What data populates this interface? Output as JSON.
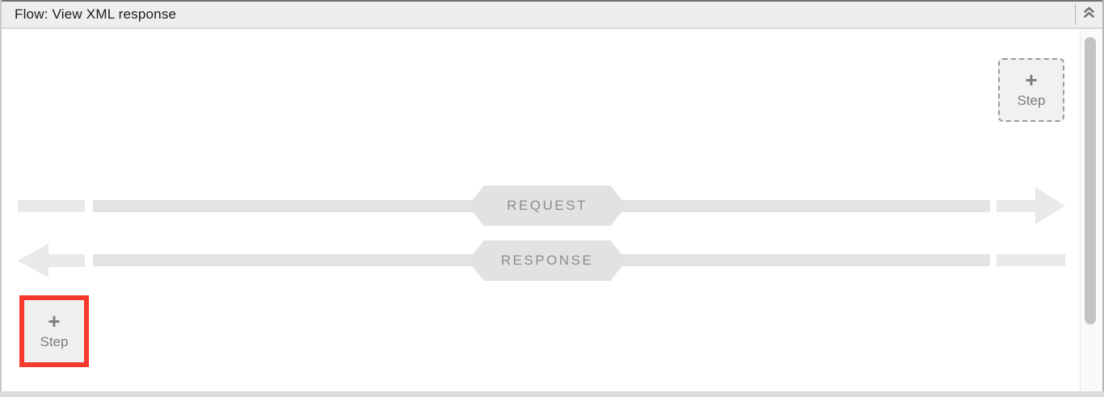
{
  "header": {
    "title": "Flow: View XML response"
  },
  "flow": {
    "request_label": "REQUEST",
    "response_label": "RESPONSE"
  },
  "add_step_top": {
    "plus": "+",
    "label": "Step"
  },
  "add_step_bottom": {
    "plus": "+",
    "label": "Step"
  },
  "colors": {
    "highlight_red": "#f5392c",
    "banner_gray": "#e2e2e2",
    "line_gray": "#e3e3e3",
    "header_bg": "#eeeeee"
  }
}
